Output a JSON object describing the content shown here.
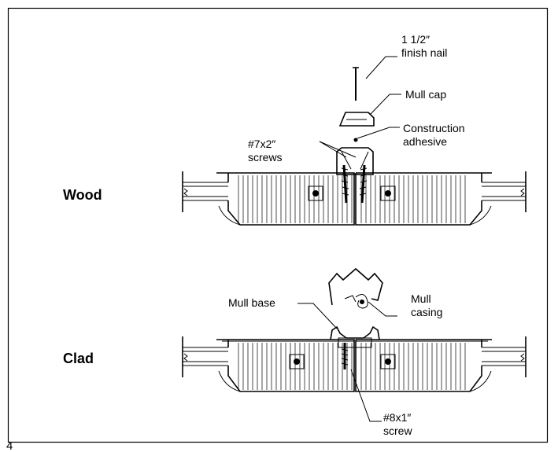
{
  "page_number": "4",
  "sections": {
    "wood": "Wood",
    "clad": "Clad"
  },
  "wood_labels": {
    "nail_line1": "1 1/2″",
    "nail_line2": "finish nail",
    "mull_cap": "Mull cap",
    "adhesive_line1": "Construction",
    "adhesive_line2": "adhesive",
    "screws_line1": "#7x2″",
    "screws_line2": "screws"
  },
  "clad_labels": {
    "mull_base": "Mull base",
    "casing_line1": "Mull",
    "casing_line2": "casing",
    "screw_line1": "#8x1″",
    "screw_line2": "screw"
  }
}
